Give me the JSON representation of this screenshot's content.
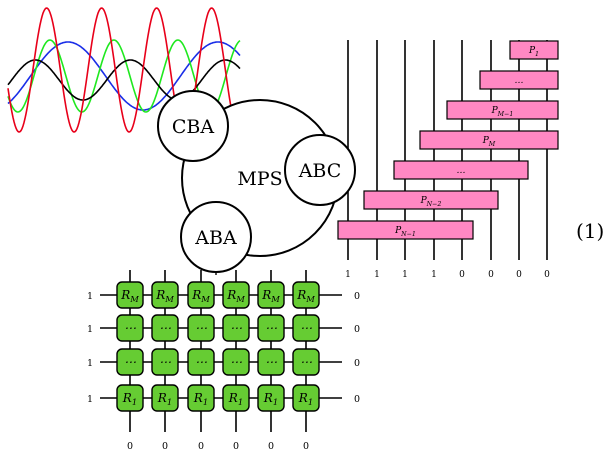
{
  "colors": {
    "wave_red": "#e8001a",
    "wave_green": "#1fe81f",
    "wave_blue": "#1a2ee8",
    "wave_black": "#000000",
    "pbox_fill": "#ff88c3",
    "rbox_fill": "#66cc33",
    "line": "#000000"
  },
  "center": {
    "label": "MPS"
  },
  "nodes": [
    {
      "id": "cba",
      "label": "CBA"
    },
    {
      "id": "abc",
      "label": "ABC"
    },
    {
      "id": "aba",
      "label": "ABA"
    }
  ],
  "staircase": {
    "boxes": [
      {
        "main": "P",
        "sub": "1"
      },
      {
        "main": "…",
        "sub": ""
      },
      {
        "main": "P",
        "sub": "M−1"
      },
      {
        "main": "P",
        "sub": "M"
      },
      {
        "main": "…",
        "sub": ""
      },
      {
        "main": "P",
        "sub": "N−2"
      },
      {
        "main": "P",
        "sub": "N−1"
      }
    ],
    "bottom_labels": [
      "1",
      "1",
      "1",
      "1",
      "0",
      "0",
      "0",
      "0"
    ]
  },
  "grid": {
    "rows": [
      {
        "main": "R",
        "sub": "M"
      },
      {
        "main": "⋯",
        "sub": ""
      },
      {
        "main": "⋯",
        "sub": ""
      },
      {
        "main": "R",
        "sub": "1"
      }
    ],
    "left_labels": [
      "1",
      "1",
      "1",
      "1"
    ],
    "right_labels": [
      "0",
      "0",
      "0",
      "0"
    ],
    "bottom_labels": [
      "0",
      "0",
      "0",
      "0",
      "0",
      "0"
    ]
  },
  "equation_number": "(1)"
}
